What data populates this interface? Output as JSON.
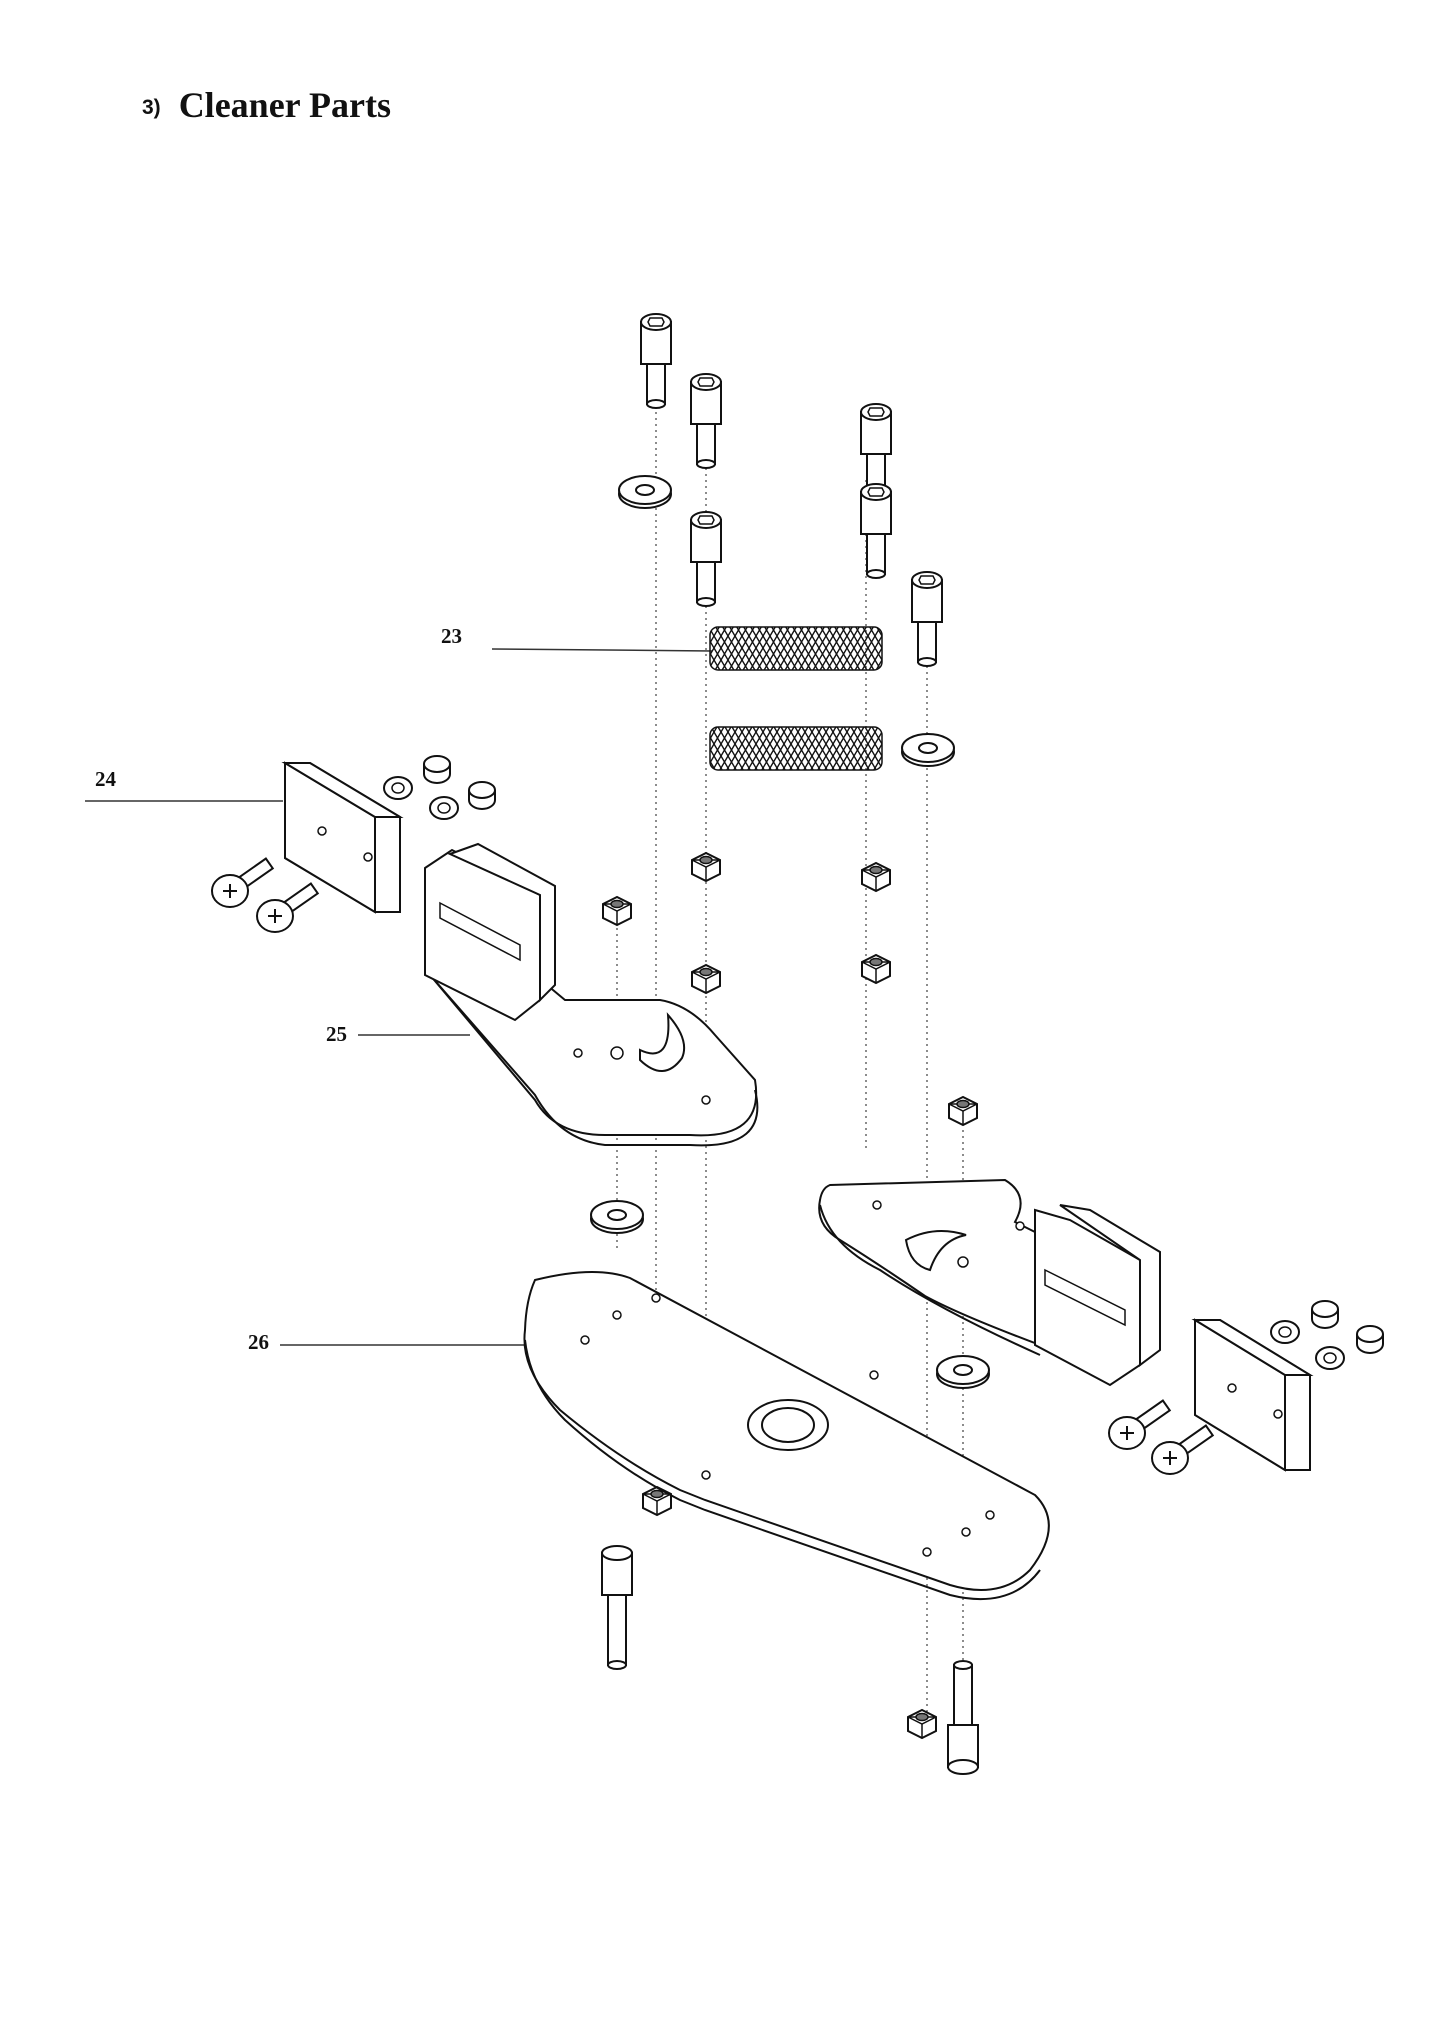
{
  "section": {
    "number": "3)",
    "title": "Cleaner Parts"
  },
  "callouts": [
    {
      "id": "23",
      "label": "23"
    },
    {
      "id": "24",
      "label": "24"
    },
    {
      "id": "25",
      "label": "25"
    },
    {
      "id": "26",
      "label": "26"
    }
  ]
}
